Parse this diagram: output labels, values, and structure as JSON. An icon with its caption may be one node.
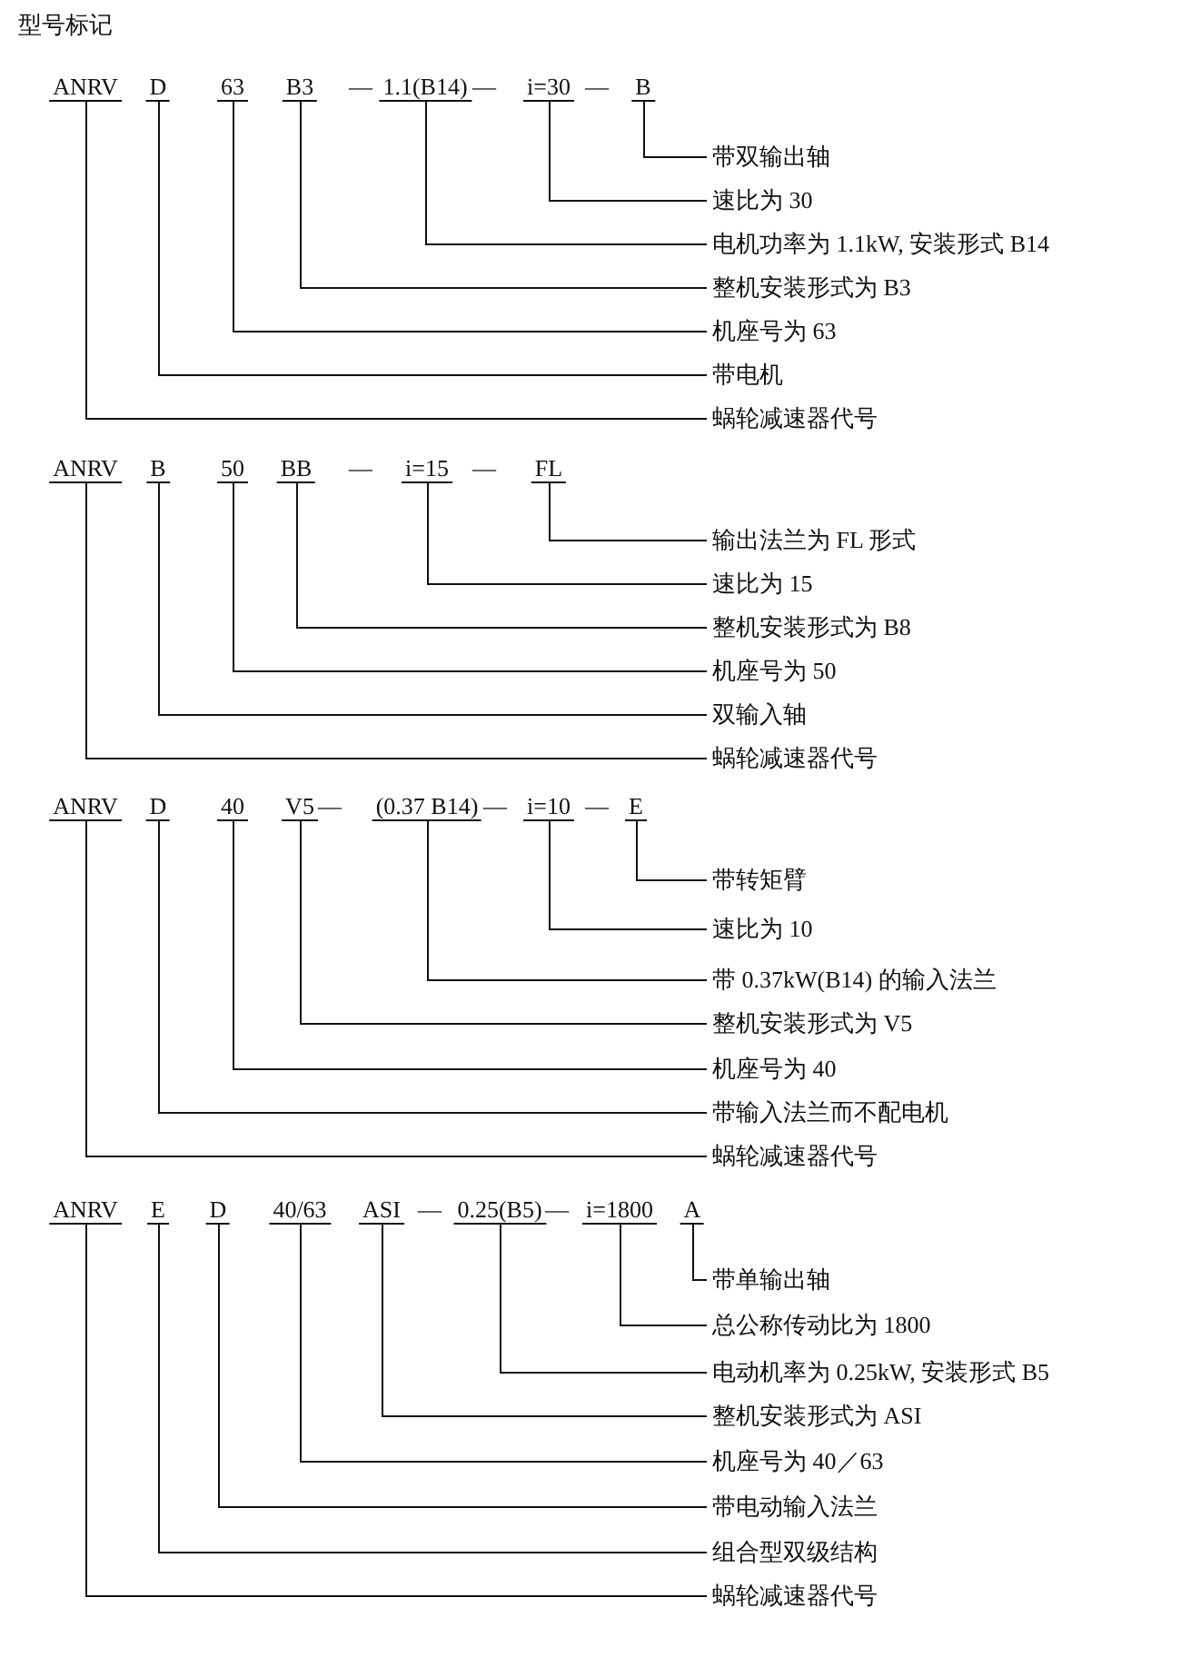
{
  "diagram": {
    "title": "型号标记",
    "nodes": [
      {
        "text": [
          "ANRV"
        ]
      },
      {
        "text": [
          "D"
        ]
      },
      {
        "text": [
          "63"
        ]
      },
      {
        "text": [
          "B3"
        ]
      },
      {
        "text": [
          "1.1(B14)"
        ]
      },
      {
        "text": [
          "i=30"
        ]
      },
      {
        "text": [
          "B"
        ]
      },
      {
        "text": [
          "带双输出轴"
        ]
      },
      {
        "text": [
          "速比为 30"
        ]
      },
      {
        "text": [
          "电机功率为 1.1kW, 安装形式 B14"
        ]
      },
      {
        "text": [
          "整机安装形式为 B3"
        ]
      },
      {
        "text": [
          "机座号为 63"
        ]
      },
      {
        "text": [
          "带电机"
        ]
      },
      {
        "text": [
          "蜗轮减速器代号"
        ]
      },
      {
        "text": [
          "ANRV"
        ]
      },
      {
        "text": [
          "B"
        ]
      },
      {
        "text": [
          "50"
        ]
      },
      {
        "text": [
          "BB"
        ]
      },
      {
        "text": [
          "i=15"
        ]
      },
      {
        "text": [
          "FL"
        ]
      },
      {
        "text": [
          "输出法兰为 FL 形式"
        ]
      },
      {
        "text": [
          "速比为 15"
        ]
      },
      {
        "text": [
          "整机安装形式为 B8"
        ]
      },
      {
        "text": [
          "机座号为 50"
        ]
      },
      {
        "text": [
          "双输入轴"
        ]
      },
      {
        "text": [
          "蜗轮减速器代号"
        ]
      },
      {
        "text": [
          "ANRV"
        ]
      },
      {
        "text": [
          "D"
        ]
      },
      {
        "text": [
          "40"
        ]
      },
      {
        "text": [
          "V5"
        ]
      },
      {
        "text": [
          "(0.37 B14)"
        ]
      },
      {
        "text": [
          "i=10"
        ]
      },
      {
        "text": [
          "E"
        ]
      },
      {
        "text": [
          "带转矩臂"
        ]
      },
      {
        "text": [
          "速比为 10"
        ]
      },
      {
        "text": [
          "带 0.37kW(B14) 的输入法兰"
        ]
      },
      {
        "text": [
          "整机安装形式为 V5"
        ]
      },
      {
        "text": [
          "机座号为 40"
        ]
      },
      {
        "text": [
          "带输入法兰而不配电机"
        ]
      },
      {
        "text": [
          "蜗轮减速器代号"
        ]
      },
      {
        "text": [
          "ANRV"
        ]
      },
      {
        "text": [
          "E"
        ]
      },
      {
        "text": [
          "D"
        ]
      },
      {
        "text": [
          "40/63"
        ]
      },
      {
        "text": [
          "ASI"
        ]
      },
      {
        "text": [
          "0.25(B5)"
        ]
      },
      {
        "text": [
          "i=1800"
        ]
      },
      {
        "text": [
          "A"
        ]
      },
      {
        "text": [
          "带单输出轴"
        ]
      },
      {
        "text": [
          "总公称传动比为 1800"
        ]
      },
      {
        "text": [
          "电动机率为 0.25kW, 安装形式 B5"
        ]
      },
      {
        "text": [
          "整机安装形式为 ASI"
        ]
      },
      {
        "text": [
          "机座号为 40／63"
        ]
      },
      {
        "text": [
          "带电动输入法兰"
        ]
      },
      {
        "text": [
          "组合型双级结构"
        ]
      },
      {
        "text": [
          "蜗轮减速器代号"
        ]
      }
    ],
    "edges": [
      {
        "from": 6,
        "to": 7,
        "arrow": "none"
      },
      {
        "from": 5,
        "to": 8,
        "arrow": "none"
      },
      {
        "from": 4,
        "to": 9,
        "arrow": "none"
      },
      {
        "from": 3,
        "to": 10,
        "arrow": "none"
      },
      {
        "from": 2,
        "to": 11,
        "arrow": "none"
      },
      {
        "from": 1,
        "to": 12,
        "arrow": "none"
      },
      {
        "from": 0,
        "to": 13,
        "arrow": "none"
      },
      {
        "from": 19,
        "to": 20,
        "arrow": "none"
      },
      {
        "from": 18,
        "to": 21,
        "arrow": "none"
      },
      {
        "from": 17,
        "to": 22,
        "arrow": "none"
      },
      {
        "from": 16,
        "to": 23,
        "arrow": "none"
      },
      {
        "from": 15,
        "to": 24,
        "arrow": "none"
      },
      {
        "from": 14,
        "to": 25,
        "arrow": "none"
      },
      {
        "from": 32,
        "to": 33,
        "arrow": "none"
      },
      {
        "from": 31,
        "to": 34,
        "arrow": "none"
      },
      {
        "from": 30,
        "to": 35,
        "arrow": "none"
      },
      {
        "from": 29,
        "to": 36,
        "arrow": "none"
      },
      {
        "from": 28,
        "to": 37,
        "arrow": "none"
      },
      {
        "from": 27,
        "to": 38,
        "arrow": "none"
      },
      {
        "from": 26,
        "to": 39,
        "arrow": "none"
      },
      {
        "from": 47,
        "to": 48,
        "arrow": "none"
      },
      {
        "from": 46,
        "to": 49,
        "arrow": "none"
      },
      {
        "from": 45,
        "to": 50,
        "arrow": "none"
      },
      {
        "from": 44,
        "to": 51,
        "arrow": "none"
      },
      {
        "from": 43,
        "to": 52,
        "arrow": "none"
      },
      {
        "from": 42,
        "to": 53,
        "arrow": "none"
      },
      {
        "from": 41,
        "to": 54,
        "arrow": "none"
      },
      {
        "from": 40,
        "to": 55,
        "arrow": "none"
      }
    ],
    "labels": [
      "—",
      "—",
      "—",
      "—",
      "—",
      "—",
      "—",
      "—",
      "—",
      "—"
    ]
  }
}
